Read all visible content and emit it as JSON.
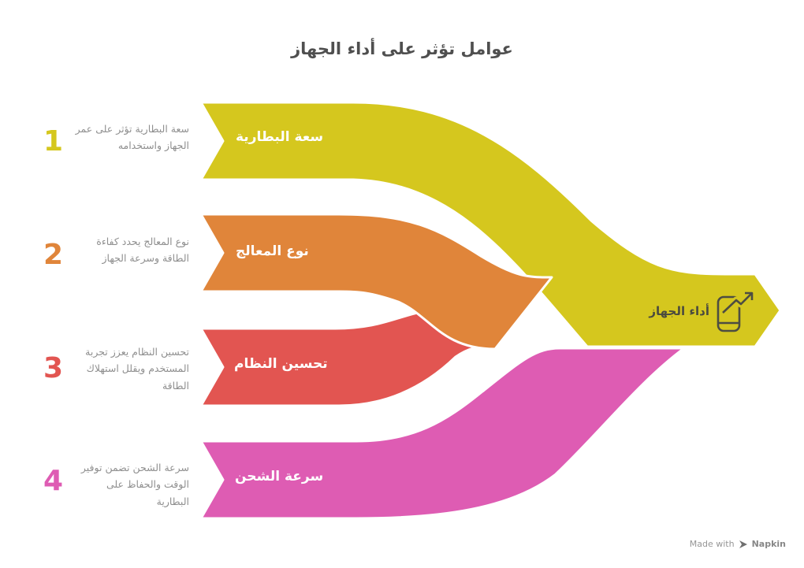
{
  "title": "عوامل تؤثر على أداء الجهاز",
  "factors": [
    {
      "number": "1",
      "label": "سعة البطارية",
      "description": "سعة البطارية تؤثر على عمر الجهاز واستخدامه",
      "color": "#d5c71e"
    },
    {
      "number": "2",
      "label": "نوع المعالج",
      "description": "نوع المعالج يحدد كفاءة الطاقة وسرعة الجهاز",
      "color": "#e0853a"
    },
    {
      "number": "3",
      "label": "تحسين النظام",
      "description": "تحسين النظام يعزز تجربة المستخدم ويقلل استهلاك الطاقة",
      "color": "#e25551"
    },
    {
      "number": "4",
      "label": "سرعة الشحن",
      "description": "سرعة الشحن تضمن توفير الوقت والحفاظ على البطارية",
      "color": "#de5cb3"
    }
  ],
  "output": {
    "label": "أداء الجهاز",
    "icon": "phone-trending-up-icon",
    "color": "#d5c71e"
  },
  "watermark": {
    "made_with": "Made with",
    "brand": "Napkin",
    "logo_icon": "napkin-logo-icon"
  },
  "colors": {
    "yellow": "#d5c71e",
    "orange": "#e0853a",
    "red": "#e25551",
    "pink": "#de5cb3",
    "title_text": "#4f4f4f",
    "description_text": "#8f8f8f",
    "band_label_text": "#ffffff",
    "output_text": "#4a4a3f",
    "watermark_text": "#969696",
    "background": "#ffffff"
  }
}
